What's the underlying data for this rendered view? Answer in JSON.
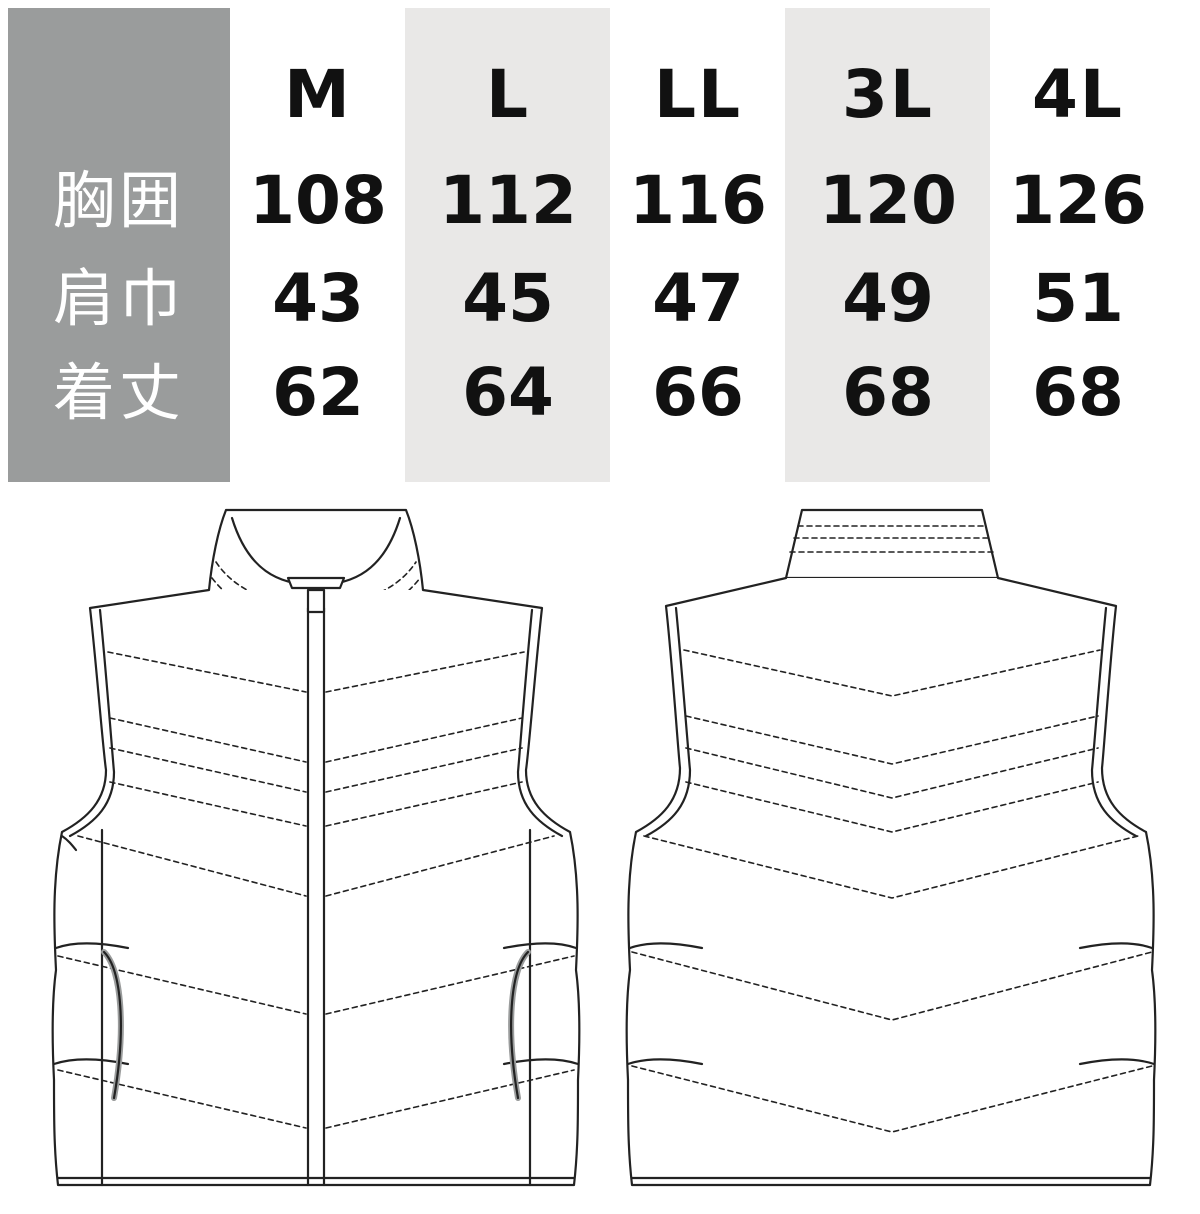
{
  "table": {
    "row_labels": [
      "胸囲",
      "肩巾",
      "着丈"
    ],
    "sizes": [
      "M",
      "L",
      "LL",
      "3L",
      "4L"
    ],
    "rows": [
      [
        "108",
        "112",
        "116",
        "120",
        "126"
      ],
      [
        "43",
        "45",
        "47",
        "49",
        "51"
      ],
      [
        "62",
        "64",
        "66",
        "68",
        "68"
      ]
    ]
  },
  "colors": {
    "label_column": "#9a9c9c",
    "shaded_column": "#e9e8e7",
    "text": "#111111",
    "outline": "#222222",
    "pocket_trim": "#9a9c9c"
  },
  "drawings": {
    "front": "vest-front-icon",
    "back": "vest-back-icon"
  }
}
